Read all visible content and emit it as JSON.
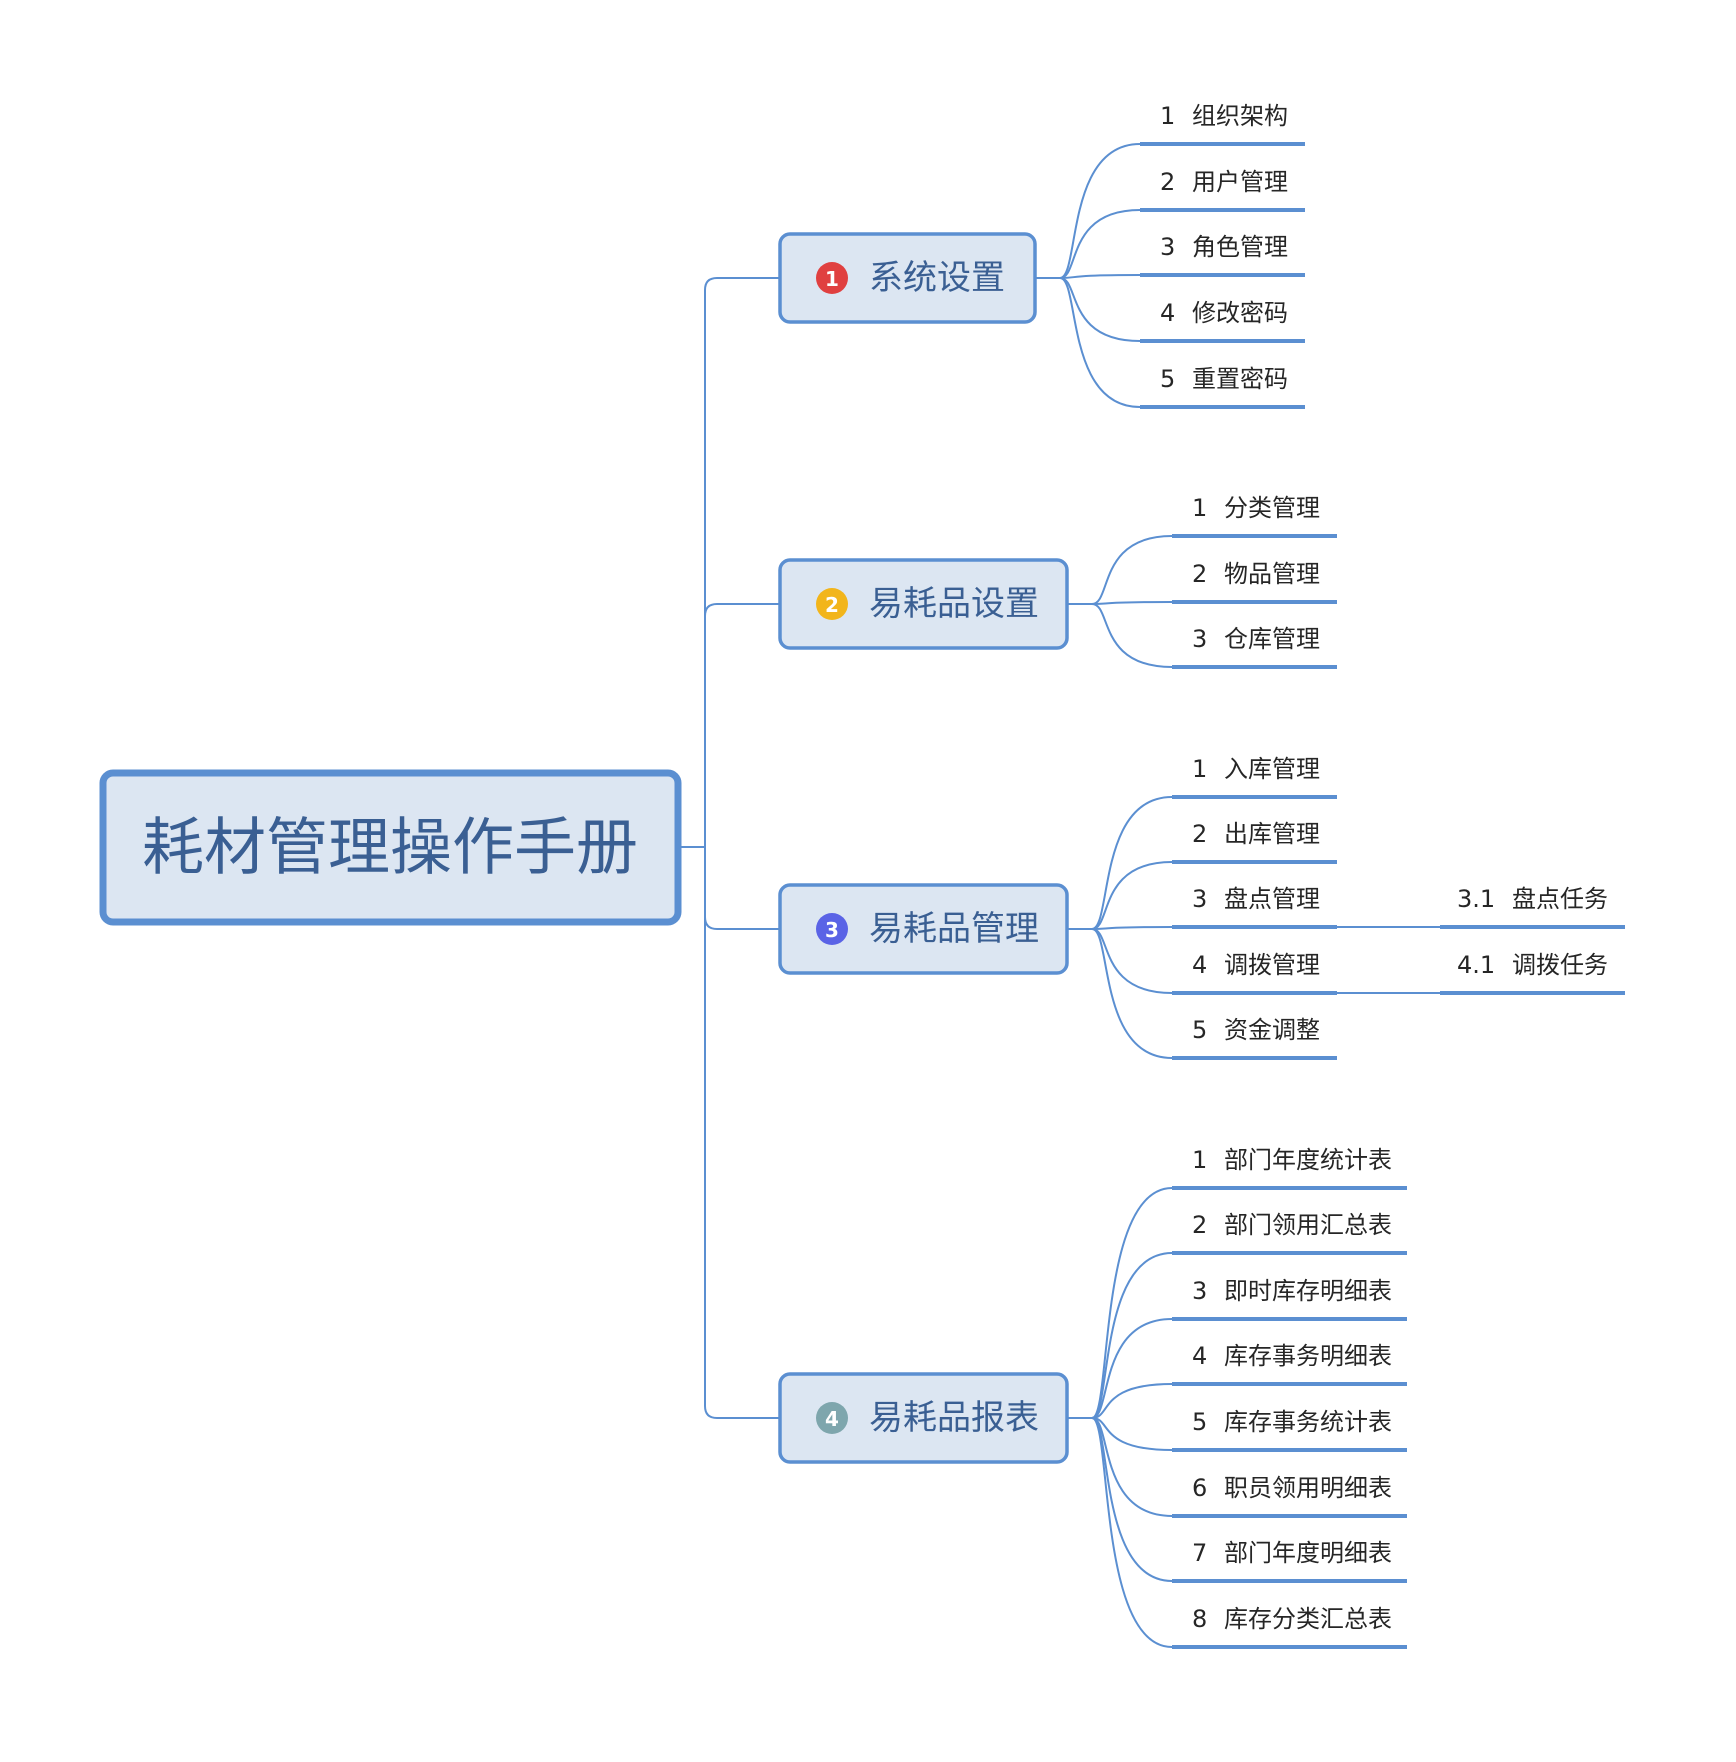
{
  "title": "耗材管理操作手册",
  "colors": {
    "line": "#5b8fd1",
    "box_fill": "#dce6f2",
    "box_border": "#5b8fd1",
    "root_text": "#3a5f93",
    "leaf_text": "#262626"
  },
  "branches": [
    {
      "marker": "1",
      "marker_color": "#e04040",
      "label": "系统设置",
      "children": [
        {
          "num": "1",
          "label": "组织架构"
        },
        {
          "num": "2",
          "label": "用户管理"
        },
        {
          "num": "3",
          "label": "角色管理"
        },
        {
          "num": "4",
          "label": "修改密码"
        },
        {
          "num": "5",
          "label": "重置密码"
        }
      ]
    },
    {
      "marker": "2",
      "marker_color": "#f2b51b",
      "label": "易耗品设置",
      "children": [
        {
          "num": "1",
          "label": "分类管理"
        },
        {
          "num": "2",
          "label": "物品管理"
        },
        {
          "num": "3",
          "label": "仓库管理"
        }
      ]
    },
    {
      "marker": "3",
      "marker_color": "#5a63e6",
      "label": "易耗品管理",
      "children": [
        {
          "num": "1",
          "label": "入库管理"
        },
        {
          "num": "2",
          "label": "出库管理"
        },
        {
          "num": "3",
          "label": "盘点管理",
          "sub": {
            "num": "3.1",
            "label": "盘点任务"
          }
        },
        {
          "num": "4",
          "label": "调拨管理",
          "sub": {
            "num": "4.1",
            "label": "调拨任务"
          }
        },
        {
          "num": "5",
          "label": "资金调整"
        }
      ]
    },
    {
      "marker": "4",
      "marker_color": "#7ea6ad",
      "label": "易耗品报表",
      "children": [
        {
          "num": "1",
          "label": "部门年度统计表"
        },
        {
          "num": "2",
          "label": "部门领用汇总表"
        },
        {
          "num": "3",
          "label": "即时库存明细表"
        },
        {
          "num": "4",
          "label": "库存事务明细表"
        },
        {
          "num": "5",
          "label": "库存事务统计表"
        },
        {
          "num": "6",
          "label": "职员领用明细表"
        },
        {
          "num": "7",
          "label": "部门年度明细表"
        },
        {
          "num": "8",
          "label": "库存分类汇总表"
        }
      ]
    }
  ]
}
